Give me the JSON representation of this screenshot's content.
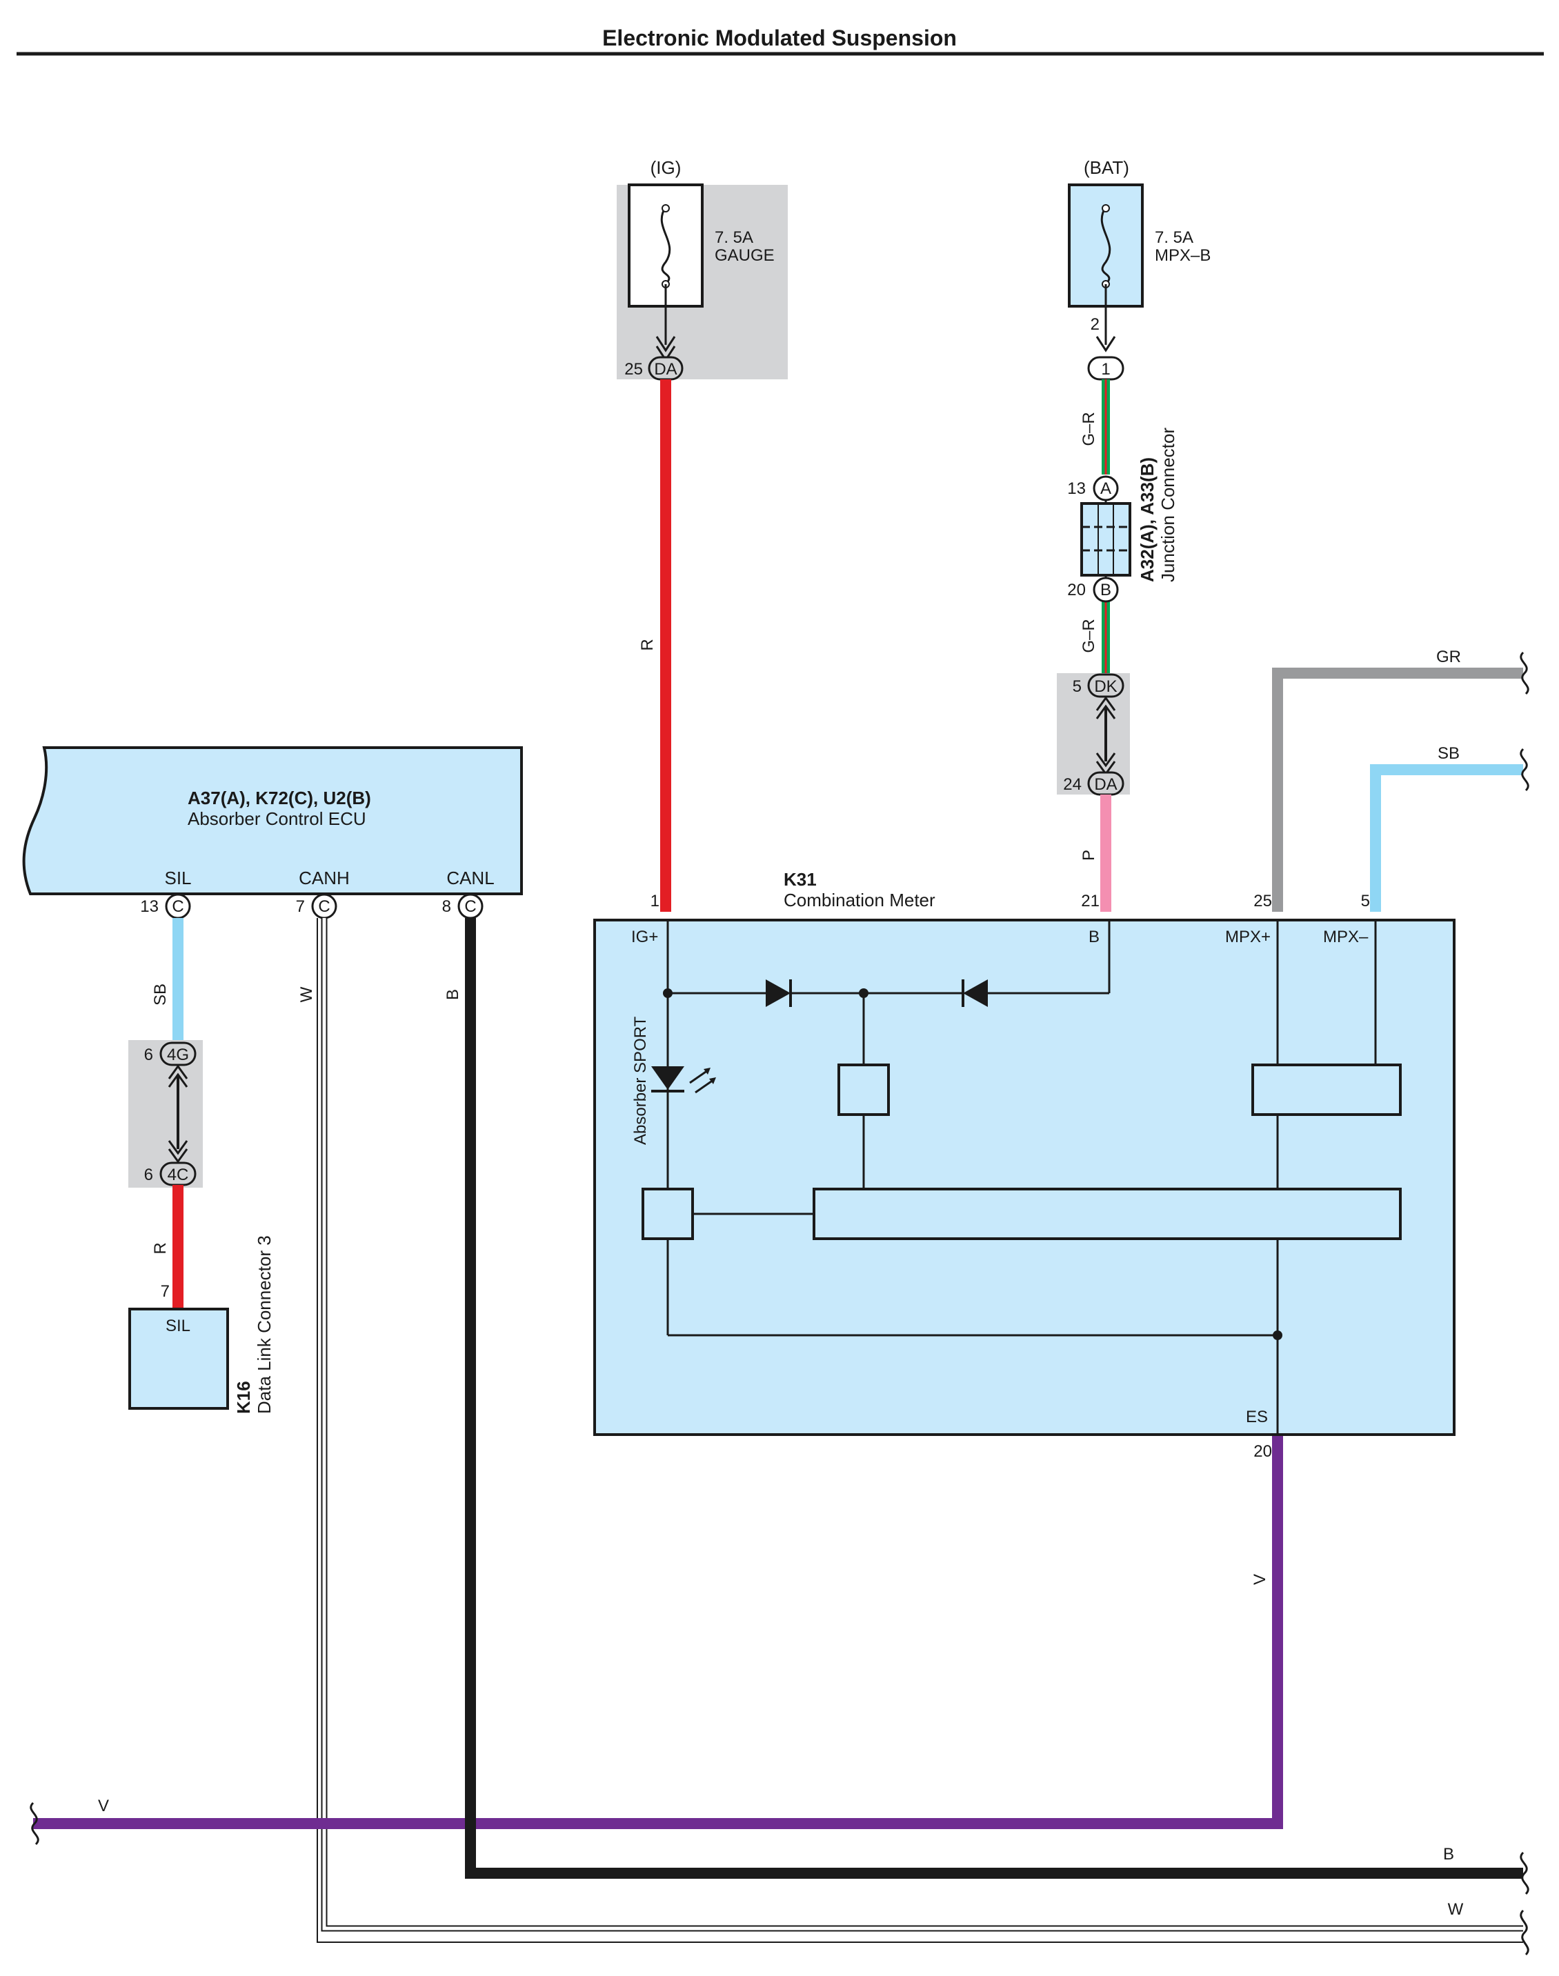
{
  "title": "Electronic Modulated Suspension",
  "fuse_ig": {
    "supply": "(IG)",
    "rating": "7. 5A",
    "name": "GAUGE",
    "pin": "25",
    "connector": "DA"
  },
  "fuse_bat": {
    "supply": "(BAT)",
    "rating": "7. 5A",
    "name": "MPX–B",
    "pin": "2",
    "connector": "1"
  },
  "junction": {
    "id": "A32(A), A33(B)",
    "name": "Junction Connector",
    "pin_a": "13",
    "conn_a": "A",
    "pin_b": "20",
    "conn_b": "B"
  },
  "connector_dk": {
    "pin_top": "5",
    "conn_top": "DK",
    "pin_bottom": "24",
    "conn_bottom": "DA"
  },
  "connector_4g": {
    "pin_top": "6",
    "conn_top": "4G",
    "pin_bottom": "6",
    "conn_bottom": "4C"
  },
  "ecu": {
    "id": "A37(A), K72(C), U2(B)",
    "name": "Absorber Control ECU",
    "pins": [
      {
        "label": "SIL",
        "num": "13",
        "conn": "C"
      },
      {
        "label": "CANH",
        "num": "7",
        "conn": "C"
      },
      {
        "label": "CANL",
        "num": "8",
        "conn": "C"
      }
    ]
  },
  "dlc": {
    "id": "K16",
    "name": "Data Link Connector 3",
    "pin": "7",
    "label": "SIL"
  },
  "meter": {
    "id": "K31",
    "name": "Combination Meter",
    "pins": [
      {
        "label": "IG+",
        "num": "1"
      },
      {
        "label": "B",
        "num": "21"
      },
      {
        "label": "MPX+",
        "num": "25"
      },
      {
        "label": "MPX–",
        "num": "5"
      },
      {
        "label": "ES",
        "num": "20"
      }
    ],
    "lamp": "Absorber SPORT"
  },
  "wire_colors": {
    "R": "R",
    "GR_top": "G–R",
    "GR_bottom": "G–R",
    "P": "P",
    "SB": "SB",
    "W": "W",
    "B": "B",
    "V": "V",
    "out_GR": "GR",
    "out_SB": "SB",
    "out_V": "V",
    "out_B": "B",
    "out_W": "W"
  },
  "colors": {
    "red": "#e31e24",
    "green": "#00a651",
    "pink": "#f48fb1",
    "gray": "#999a9c",
    "sky": "#8fd6f4",
    "purple": "#6f2c91",
    "black": "#1a1a1a",
    "white": "#ffffff",
    "box": "#c8e9fb",
    "shade": "#d3d4d6"
  }
}
